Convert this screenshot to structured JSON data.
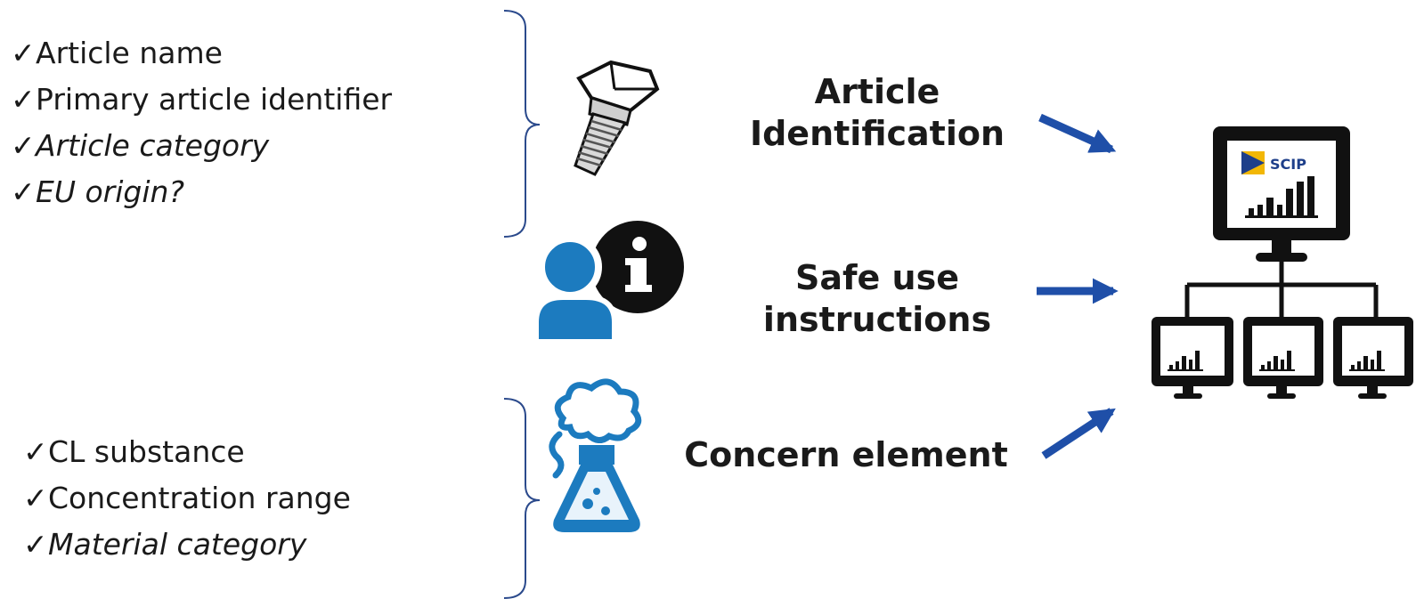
{
  "article_list": [
    {
      "check": "✓",
      "text": "Article name",
      "italic": false
    },
    {
      "check": "✓",
      "text": "Primary article identifier",
      "italic": false
    },
    {
      "check": "✓",
      "text": "Article category",
      "italic": true
    },
    {
      "check": "✓",
      "text": "EU origin?",
      "italic": true
    }
  ],
  "substance_list": [
    {
      "check": "✓",
      "text": "CL substance",
      "italic": false
    },
    {
      "check": "✓",
      "text": "Concentration range",
      "italic": false
    },
    {
      "check": "✓",
      "text": "Material category",
      "italic": true
    }
  ],
  "labels": {
    "article_line1": "Article",
    "article_line2": "Identification",
    "safe_line1": "Safe use",
    "safe_line2": "instructions",
    "concern": "Concern element"
  },
  "database": {
    "logo_text": "SCIP"
  },
  "icons": {
    "bolt": "bolt-icon",
    "user_info": "user-info-icon",
    "flask": "flask-icon",
    "network": "network-monitors-icon"
  },
  "colors": {
    "arrow": "#1f4fa8",
    "bracket": "#2b4a8c",
    "icon_blue": "#1c7bbf",
    "dark": "#111111",
    "logo_yellow": "#f2b705",
    "logo_blue": "#1e3f8a"
  }
}
